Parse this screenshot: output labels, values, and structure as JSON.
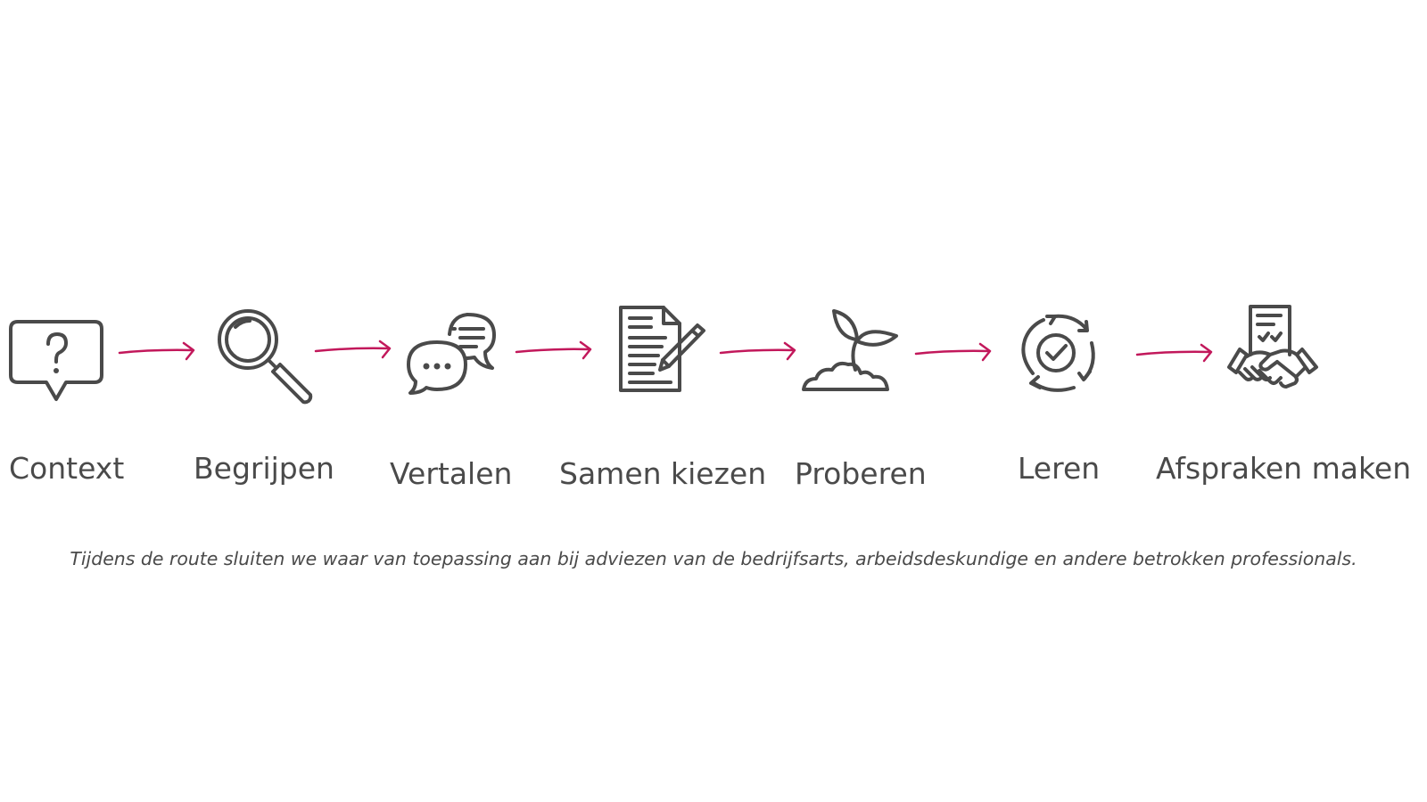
{
  "steps": [
    {
      "label": "Context",
      "icon": "question-speech-bubble-icon"
    },
    {
      "label": "Begrijpen",
      "icon": "magnifying-glass-icon"
    },
    {
      "label": "Vertalen",
      "icon": "chat-bubbles-icon"
    },
    {
      "label": "Samen kiezen",
      "icon": "document-pen-icon"
    },
    {
      "label": "Proberen",
      "icon": "sprout-icon"
    },
    {
      "label": "Leren",
      "icon": "cycle-check-icon"
    },
    {
      "label": "Afspraken maken",
      "icon": "handshake-contract-icon"
    }
  ],
  "caption": "Tijdens de route sluiten we waar van toepassing aan bij adviezen van de bedrijfsarts, arbeidsdeskundige en andere betrokken professionals.",
  "colors": {
    "text": "#4a4a4a",
    "arrow": "#c2185b",
    "background": "#ffffff"
  }
}
